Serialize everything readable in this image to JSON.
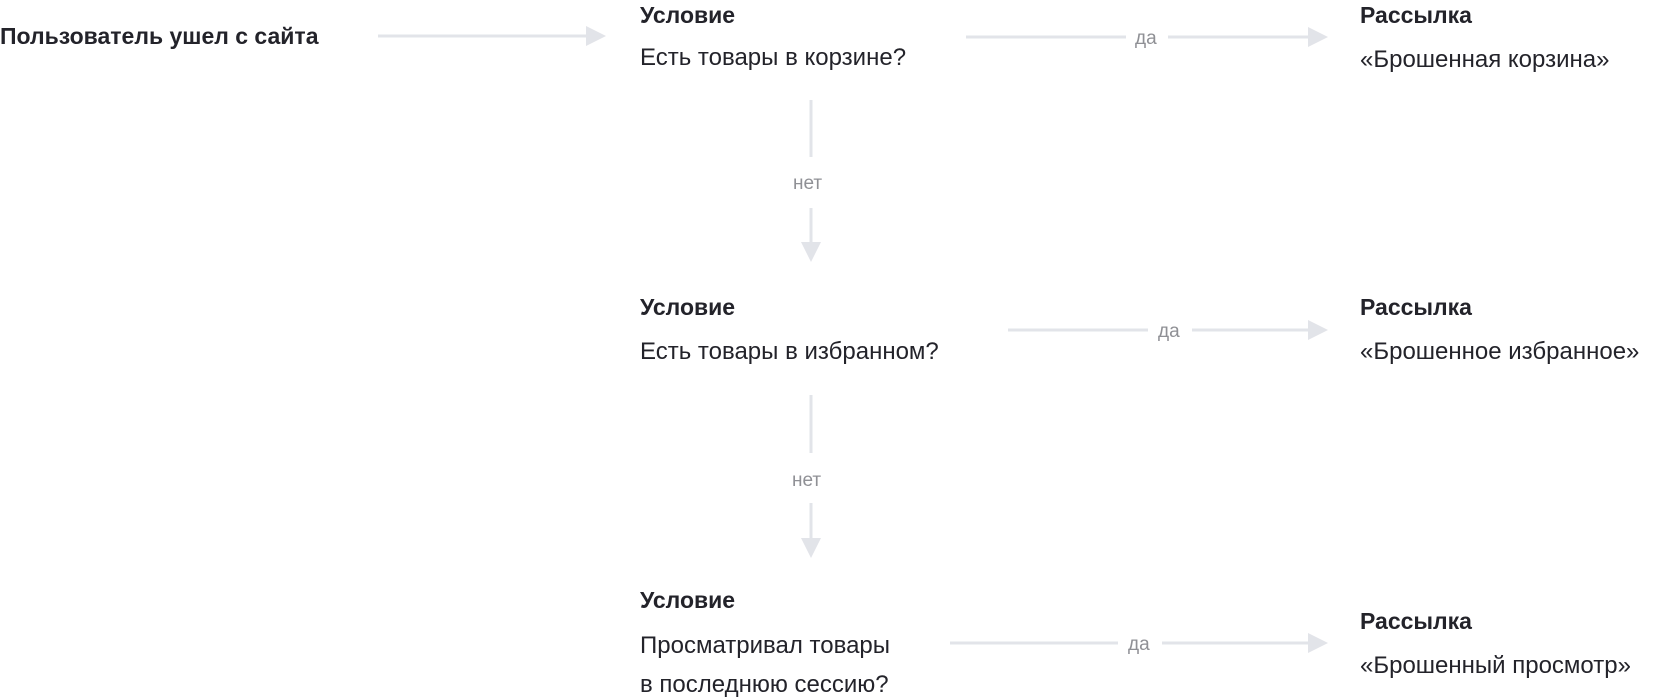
{
  "start": {
    "label": "Пользователь ушел с сайта"
  },
  "conditions": [
    {
      "heading": "Условие",
      "lines": [
        "Есть товары в корзине?"
      ],
      "yes_label": "да",
      "no_label": "нет"
    },
    {
      "heading": "Условие",
      "lines": [
        "Есть товары в избранном?"
      ],
      "yes_label": "да",
      "no_label": "нет"
    },
    {
      "heading": "Условие",
      "lines": [
        "Просматривал товары",
        "в последнюю сессию?"
      ],
      "yes_label": "да"
    }
  ],
  "mailings": [
    {
      "heading": "Рассылка",
      "name": "«Брошенная корзина»"
    },
    {
      "heading": "Рассылка",
      "name": "«Брошенное избранное»"
    },
    {
      "heading": "Рассылка",
      "name": "«Брошенный просмотр»"
    }
  ],
  "colors": {
    "connector": "#e2e4e9",
    "text": "#23232a",
    "label": "#8f9095"
  }
}
